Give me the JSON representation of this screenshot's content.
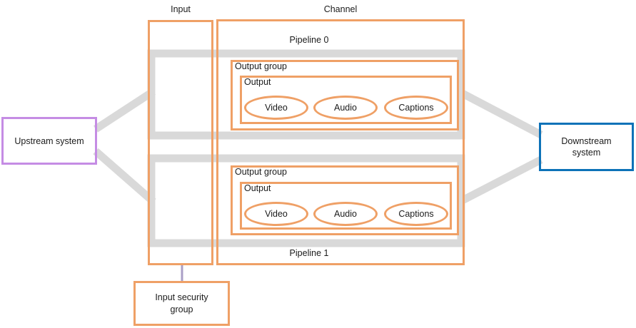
{
  "diagram": {
    "title_labels": {
      "input": "Input",
      "channel": "Channel"
    },
    "channel": {
      "pipeline0": "Pipeline 0",
      "pipeline1": "Pipeline 1",
      "output_group": "Output group",
      "output": "Output",
      "media_streams": {
        "video": "Video",
        "audio": "Audio",
        "captions": "Captions"
      }
    },
    "nodes": {
      "upstream": "Upstream system",
      "downstream": "Downstream system",
      "input_security_group": "Input security group"
    },
    "colors": {
      "accent_orange": "#efa066",
      "accent_purple": "#c58ce4",
      "accent_blue": "#0d72b8",
      "flow_gray": "#d9d9d9",
      "connector_purple": "#aa9fc6",
      "text_color": "#1b1b1b"
    }
  }
}
